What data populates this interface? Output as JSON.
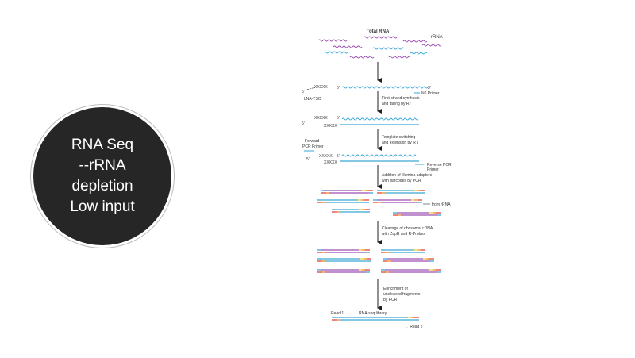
{
  "slide": {
    "circle_lines": [
      "RNA Seq",
      "--rRNA",
      "depletion",
      "Low input"
    ]
  },
  "diagram": {
    "title": "Total RNA",
    "rrna_label": "rRNA",
    "five_prime": "5'",
    "three_prime": "3'",
    "xxxxx": "XXXXX",
    "n6_primer": "N6 Primer",
    "lna_tso": "LNA-TSO",
    "step1_line1": "First-strand synthesis",
    "step1_line2": "and tailing by RT",
    "step2_line1": "Template switching",
    "step2_line2": "and extension by RT",
    "forward_primer_line1": "Forward",
    "forward_primer_line2": "PCR Primer",
    "reverse_primer_line1": "Reverse PCR",
    "reverse_primer_line2": "Primer",
    "step3_line1": "Addition of Illumina adapters",
    "step3_line2": "with barcodes by PCR",
    "from_rrna": "from rRNA",
    "step4_line1": "Cleavage of ribosomal cDNA",
    "step4_line2": "with ZapR and R-Probes",
    "step5_line1": "Enrichment of",
    "step5_line2": "uncleaved fragments",
    "step5_line3": "by PCR",
    "read1": "Read 1 →",
    "library": "RNA-seq library",
    "read2": "← Read 2"
  },
  "colors": {
    "background": "#ffffff",
    "circle_fill": "#262626",
    "circle_text": "#ffffff",
    "rna_blue": "#3aa6d8",
    "rrna_purple": "#9b4fb0",
    "adapter_orange": "#f08a24",
    "adapter_yellow": "#e6d23a",
    "adapter_red": "#e0413f",
    "arrow": "#222222",
    "label": "#333333"
  }
}
